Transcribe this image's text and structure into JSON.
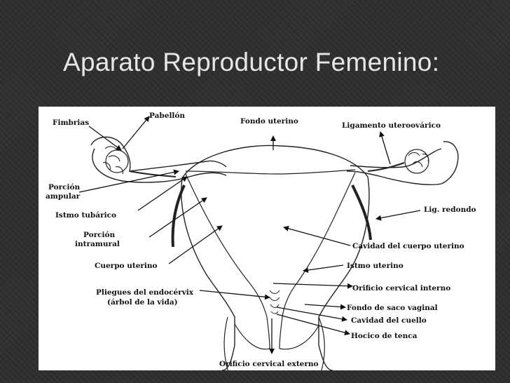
{
  "slide": {
    "title": "Aparato Reproductor Femenino:"
  },
  "diagram": {
    "labels": {
      "fimbrias": "Fimbrias",
      "pabellon": "Pabellón",
      "fondo_uterino": "Fondo uterino",
      "ligamento_uteroovarico": "Ligamento uteroovárico",
      "porcion_ampular_1": "Porción",
      "porcion_ampular_2": "ampular",
      "istmo_tubarico": "Istmo tubárico",
      "porcion_intramural_1": "Porción",
      "porcion_intramural_2": "intramural",
      "cuerpo_uterino": "Cuerpo uterino",
      "lig_redondo": "Lig. redondo",
      "cavidad_cuerpo": "Cavidad del cuerpo uterino",
      "istmo_uterino": "Istmo uterino",
      "orificio_interno": "Orificio cervical interno",
      "pliegues_1": "Pliegues del endocérvix",
      "pliegues_2": "(árbol de la vida)",
      "fondo_saco": "Fondo de saco vaginal",
      "cavidad_cuello": "Cavidad del cuello",
      "hocico_tenca": "Hocico de tenca",
      "orificio_externo": "Orificio cervical externo"
    }
  }
}
